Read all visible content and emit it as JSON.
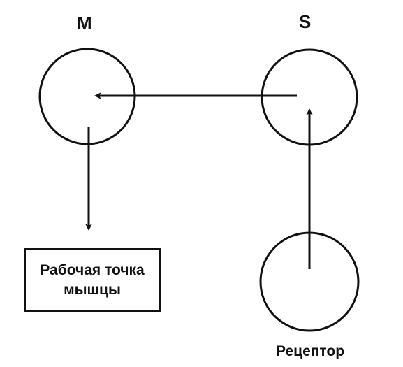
{
  "nodes": {
    "motor": {
      "label": "M"
    },
    "sensory": {
      "label": "S"
    },
    "receptor": {
      "label": "Рецептор"
    }
  },
  "target": {
    "line1": "Рабочая точка",
    "line2": "мышцы"
  },
  "colors": {
    "stroke": "#111111",
    "background": "#ffffff"
  }
}
